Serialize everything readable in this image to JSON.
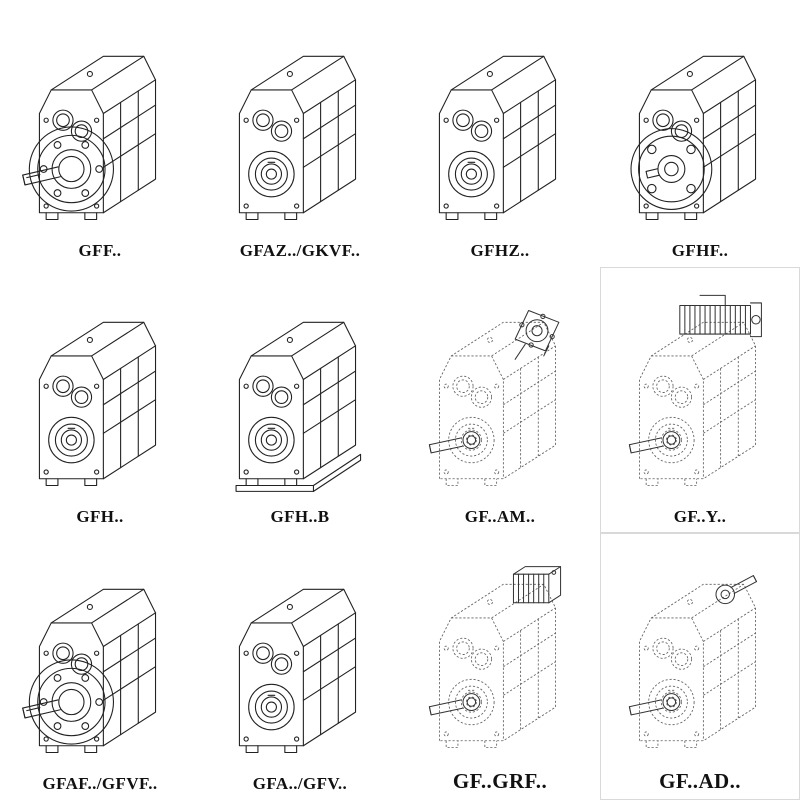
{
  "page": {
    "background": "#ffffff",
    "line_color": "#222222",
    "dashed_line_color": "#5f5f5f",
    "label_color": "#111111"
  },
  "catalog": {
    "items": [
      {
        "label": "GFF..",
        "drawing": "flange-mounted-gearbox-solid-shaft",
        "style": "solid"
      },
      {
        "label": "GFAZ../GKVF..",
        "drawing": "hollow-shaft-gearbox",
        "style": "solid"
      },
      {
        "label": "GFHZ..",
        "drawing": "hollow-shaft-gearbox",
        "style": "solid"
      },
      {
        "label": "GFHF..",
        "drawing": "flange-gearbox",
        "style": "solid"
      },
      {
        "label": "GFH..",
        "drawing": "shaft-mounted-gearbox",
        "style": "solid"
      },
      {
        "label": "GFH..B",
        "drawing": "shaft-mounted-gearbox-with-base",
        "style": "solid"
      },
      {
        "label": "GF..AM..",
        "drawing": "gearbox-with-iec-adapter",
        "style": "dashed"
      },
      {
        "label": "GF..Y..",
        "drawing": "gearbox-with-motor",
        "style": "dashed"
      },
      {
        "label": "GFAF../GFVF..",
        "drawing": "flange-mounted-gearbox-solid-shaft",
        "style": "solid"
      },
      {
        "label": "GFA../GFV..",
        "drawing": "hollow-shaft-gearbox",
        "style": "solid"
      },
      {
        "label": "GF..GRF..",
        "drawing": "gearbox-with-cover-unit",
        "style": "dashed"
      },
      {
        "label": "GF..AD..",
        "drawing": "gearbox-with-input-shaft-adapter",
        "style": "dashed"
      }
    ]
  }
}
